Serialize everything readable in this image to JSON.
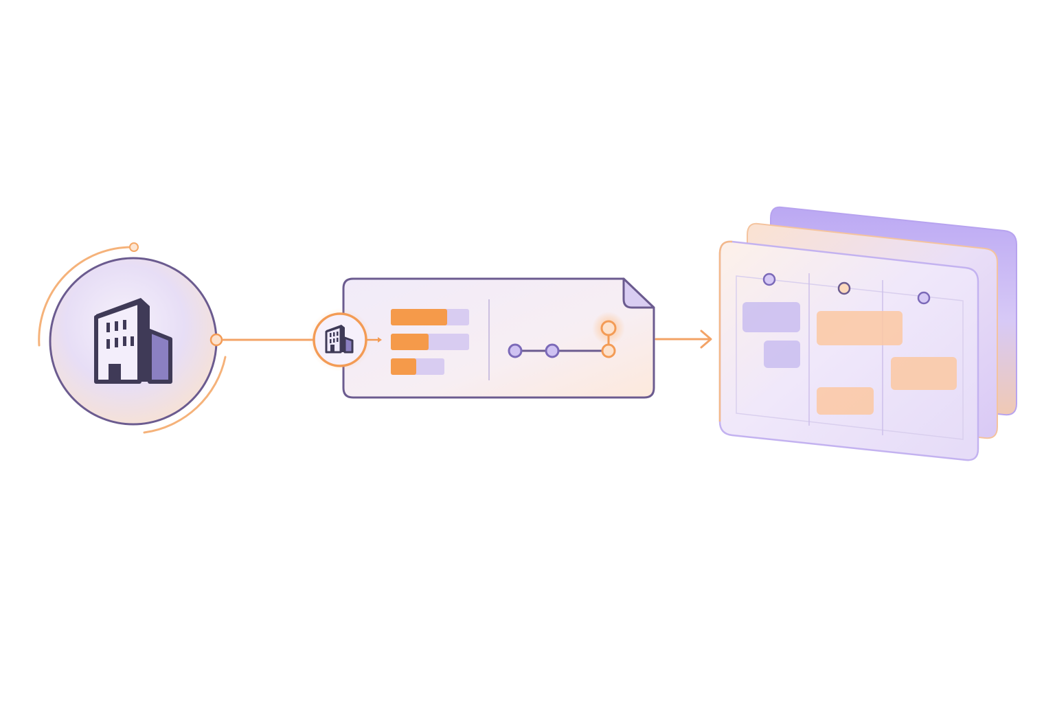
{
  "colors": {
    "background": "#ffffff",
    "accent_orange": "#f59a4a",
    "accent_purple": "#8d7fd6",
    "outline_dark": "#6a5a8e",
    "building_dark": "#3f3a57",
    "building_light": "#8a7fc0",
    "tint_purple": "#e9e2f8",
    "tint_peach": "#fbe7d8",
    "panel_back_purple": "#b9a6f2"
  },
  "icons": {
    "source": "building-icon",
    "badge": "building-icon",
    "connector": "arrow-right-icon"
  },
  "nodes": {
    "source_label": "",
    "document_label": "",
    "board_label": ""
  },
  "document": {
    "progress_bars": [
      {
        "fill": 0.72
      },
      {
        "fill": 0.48
      },
      {
        "fill": 0.48
      }
    ],
    "timeline_points": 3,
    "highlighted_point": 3
  },
  "board": {
    "columns": 3,
    "layers": 3
  }
}
